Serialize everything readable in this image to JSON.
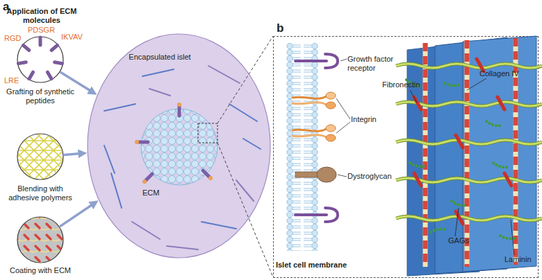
{
  "diagram": {
    "nodes": [
      {
        "text": [
          "Grafting of synthetic peptides"
        ]
      },
      {
        "text": [
          "Blending with adhesive polymers"
        ]
      },
      {
        "text": [
          "Coating with ECM"
        ]
      },
      {
        "text": [
          "Encapsulated islet",
          "ECM"
        ]
      },
      {
        "text": [
          "b"
        ]
      }
    ],
    "edges": [
      {
        "from": 0,
        "to": 3,
        "arrow": "to"
      },
      {
        "from": 1,
        "to": 3,
        "arrow": "to"
      },
      {
        "from": 2,
        "to": 3,
        "arrow": "to"
      }
    ],
    "labels": [
      "a",
      "Application of ECM molecules",
      "PDSGR",
      "RGD",
      "IKVAV",
      "LRE",
      "Growth factor receptor",
      "Integrin",
      "Dystroglycan",
      "Islet cell membrane",
      "Fibronectin",
      "Collagen IV",
      "GAGs",
      "Laminin"
    ]
  }
}
